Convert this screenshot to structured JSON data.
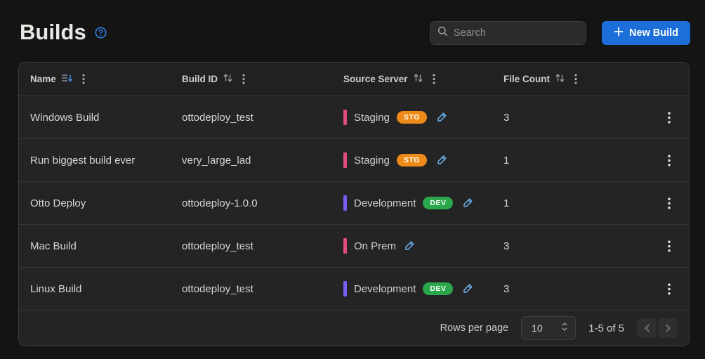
{
  "page": {
    "title": "Builds"
  },
  "toolbar": {
    "search_placeholder": "Search",
    "new_build_label": "New Build"
  },
  "table": {
    "columns": [
      {
        "label": "Name",
        "sorted": "descending"
      },
      {
        "label": "Build ID",
        "sorted": "none"
      },
      {
        "label": "Source Server",
        "sorted": "none"
      },
      {
        "label": "File Count",
        "sorted": "none"
      }
    ],
    "rows": [
      {
        "name": "Windows Build",
        "build_id": "ottodeploy_test",
        "server": "Staging",
        "badge": "STG",
        "badge_color": "#ee8a18",
        "bar_color": "#e14d7c",
        "file_count": "3"
      },
      {
        "name": "Run biggest build ever",
        "build_id": "very_large_lad",
        "server": "Staging",
        "badge": "STG",
        "badge_color": "#ee8a18",
        "bar_color": "#e14d7c",
        "file_count": "1"
      },
      {
        "name": "Otto Deploy",
        "build_id": "ottodeploy-1.0.0",
        "server": "Development",
        "badge": "DEV",
        "badge_color": "#2aa64b",
        "bar_color": "#7a5cf5",
        "file_count": "1"
      },
      {
        "name": "Mac Build",
        "build_id": "ottodeploy_test",
        "server": "On Prem",
        "badge": null,
        "badge_color": null,
        "bar_color": "#e14d7c",
        "file_count": "3"
      },
      {
        "name": "Linux Build",
        "build_id": "ottodeploy_test",
        "server": "Development",
        "badge": "DEV",
        "badge_color": "#2aa64b",
        "bar_color": "#7a5cf5",
        "file_count": "3"
      }
    ]
  },
  "footer": {
    "rows_per_page_label": "Rows per page",
    "rows_per_page_value": "10",
    "range_label": "1-5 of 5"
  },
  "colors": {
    "accent_blue": "#1c6fd8",
    "help_blue": "#2f81e3",
    "edit_blue": "#6cb1f0",
    "staging_bar": "#e14d7c",
    "development_bar": "#7a5cf5",
    "stg_badge": "#ee8a18",
    "dev_badge": "#2aa64b"
  },
  "icons": {
    "help": "question-circle-icon",
    "search": "search-icon",
    "plus": "plus-icon",
    "sort_applied": "sort-descending-icon",
    "sort_updown": "sort-updown-icon",
    "kebab": "kebab-menu-icon",
    "edit": "edit-pencil-icon",
    "prev": "chevron-left-icon",
    "next": "chevron-right-icon",
    "stepper": "select-stepper-icon"
  }
}
